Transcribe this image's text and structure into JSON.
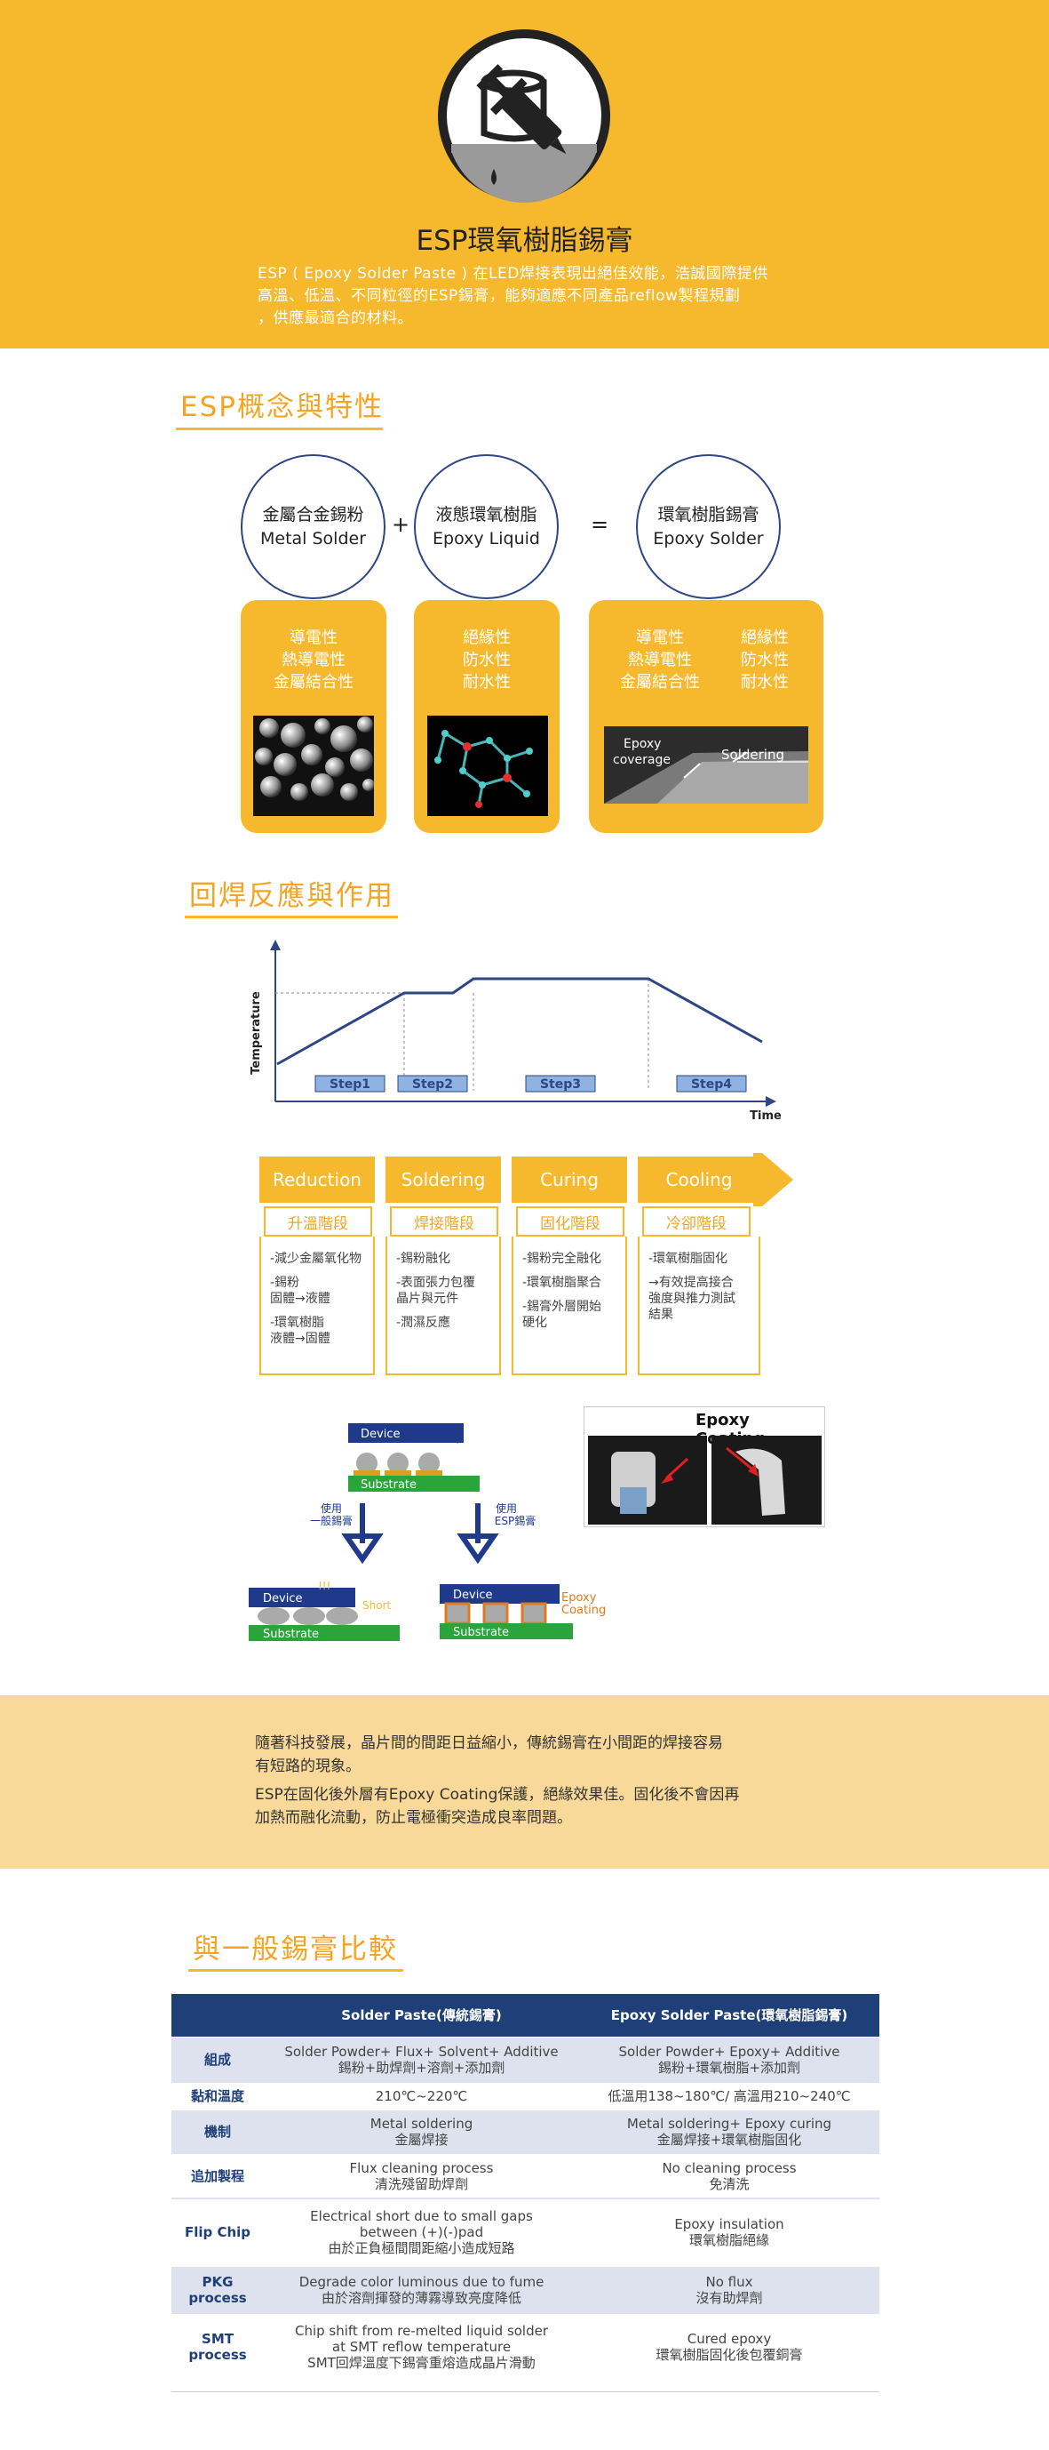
{
  "hero": {
    "icon": "epoxy-syringe-icon",
    "title": "ESP環氧樹脂錫膏",
    "desc_lines": [
      "ESP ( Epoxy Solder Paste ) 在LED焊接表現出絕佳效能，浩誠國際提供",
      "高溫、低溫、不同粒徑的ESP錫膏，能夠適應不同產品reflow製程規劃",
      "，供應最適合的材料。"
    ]
  },
  "concept": {
    "title": "ESP概念與特性",
    "circles": [
      {
        "line1": "金屬合金錫粉",
        "line2": "Metal Solder"
      },
      {
        "line1": "液態環氧樹脂",
        "line2": "Epoxy Liquid"
      },
      {
        "line1": "環氧樹脂錫膏",
        "line2": "Epoxy Solder"
      }
    ],
    "plus": "+",
    "equals": "=",
    "cards": [
      {
        "props": [
          "導電性",
          "熱導電性",
          "金屬結合性"
        ],
        "image": "metal-powder-micrograph"
      },
      {
        "props": [
          "絕緣性",
          "防水性",
          "耐水性"
        ],
        "image": "epoxy-molecule-model"
      },
      {
        "props_left": [
          "導電性",
          "熱導電性",
          "金屬結合性"
        ],
        "props_right": [
          "絕緣性",
          "防水性",
          "耐水性"
        ],
        "image": "epoxy-solder-cross-section",
        "label_epoxy": "Epoxy",
        "label_coverage": "coverage",
        "label_soldering": "Soldering"
      }
    ]
  },
  "reflow": {
    "title": "回焊反應與作用",
    "chart": {
      "ylabel": "Temperature",
      "xlabel": "Time",
      "steps": [
        "Step1",
        "Step2",
        "Step3",
        "Step4"
      ]
    },
    "stages": [
      {
        "en": "Reduction",
        "zh": "升溫階段",
        "details": [
          "-減少金屬氧化物",
          "-錫粉\n 固體→液體",
          "-環氧樹脂\n 液體→固體"
        ]
      },
      {
        "en": "Soldering",
        "zh": "焊接階段",
        "details": [
          "-錫粉融化",
          "-表面張力包覆\n 晶片與元件",
          "-潤濕反應"
        ]
      },
      {
        "en": "Curing",
        "zh": "固化階段",
        "details": [
          "-錫粉完全融化",
          "-環氧樹脂聚合",
          "-錫膏外層開始\n 硬化"
        ]
      },
      {
        "en": "Cooling",
        "zh": "冷卻階段",
        "details": [
          "-環氧樹脂固化",
          "→有效提高接合\n 強度與推力測試\n 結果"
        ]
      }
    ],
    "diagram": {
      "device": "Device",
      "substrate": "Substrate",
      "left_branch": [
        "使用",
        "一般錫膏"
      ],
      "right_branch": [
        "使用",
        "ESP錫膏"
      ],
      "short": "Short",
      "short_mark": "!!!",
      "epoxy_coating": [
        "Epoxy",
        "Coating"
      ]
    },
    "photo_title": "Epoxy Coating"
  },
  "band": {
    "p1": [
      "隨著科技發展，晶片間的間距日益縮小，傳統錫膏在小間距的焊接容易",
      "有短路的現象。"
    ],
    "p2": [
      "ESP在固化後外層有Epoxy Coating保護，絕緣效果佳。固化後不會因再",
      "加熱而融化流動，防止電極衝突造成良率問題。"
    ]
  },
  "compare": {
    "title": "與一般錫膏比較",
    "headers": [
      "",
      "Solder Paste(傳統錫膏)",
      "Epoxy Solder Paste(環氧樹脂錫膏)"
    ],
    "rows": [
      {
        "head": "組成",
        "a": [
          "Solder Powder+ Flux+ Solvent+ Additive",
          "錫粉+助焊劑+溶劑+添加劑"
        ],
        "b": [
          "Solder Powder+ Epoxy+ Additive",
          "錫粉+環氧樹脂+添加劑"
        ],
        "shade": true
      },
      {
        "head": "黏和溫度",
        "a": [
          "210℃~220℃"
        ],
        "b": [
          "低溫用138~180℃/ 高溫用210~240℃"
        ],
        "shade": false
      },
      {
        "head": "機制",
        "a": [
          "Metal soldering",
          "金屬焊接"
        ],
        "b": [
          "Metal soldering+ Epoxy curing",
          "金屬焊接+環氧樹脂固化"
        ],
        "shade": true
      },
      {
        "head": "追加製程",
        "a": [
          "Flux cleaning process",
          "清洗殘留助焊劑"
        ],
        "b": [
          "No cleaning process",
          "免清洗"
        ],
        "shade": false
      },
      {
        "head": "Flip Chip",
        "a": [
          "Electrical short due to small gaps",
          "between (+)(-)pad",
          "由於正負極間間距縮小造成短路"
        ],
        "b": [
          "Epoxy insulation",
          "環氧樹脂絕緣"
        ],
        "shade": false
      },
      {
        "head": "PKG\nprocess",
        "a": [
          "Degrade color luminous due to fume",
          "由於溶劑揮發的薄霧導致亮度降低"
        ],
        "b": [
          "No flux",
          "沒有助焊劑"
        ],
        "shade": true
      },
      {
        "head": "SMT\nprocess",
        "a": [
          "Chip shift from re-melted liquid solder",
          "at SMT reflow temperature",
          "SMT回焊溫度下錫膏重熔造成晶片滑動"
        ],
        "b": [
          "Cured epoxy",
          "環氧樹脂固化後包覆銅膏"
        ],
        "shade": false
      }
    ]
  },
  "colors": {
    "accent": "#F6B92E",
    "accent_text": "#F3A423",
    "navy": "#2E4686",
    "band": "#F9D99A",
    "table_head": "#1E3F77"
  }
}
